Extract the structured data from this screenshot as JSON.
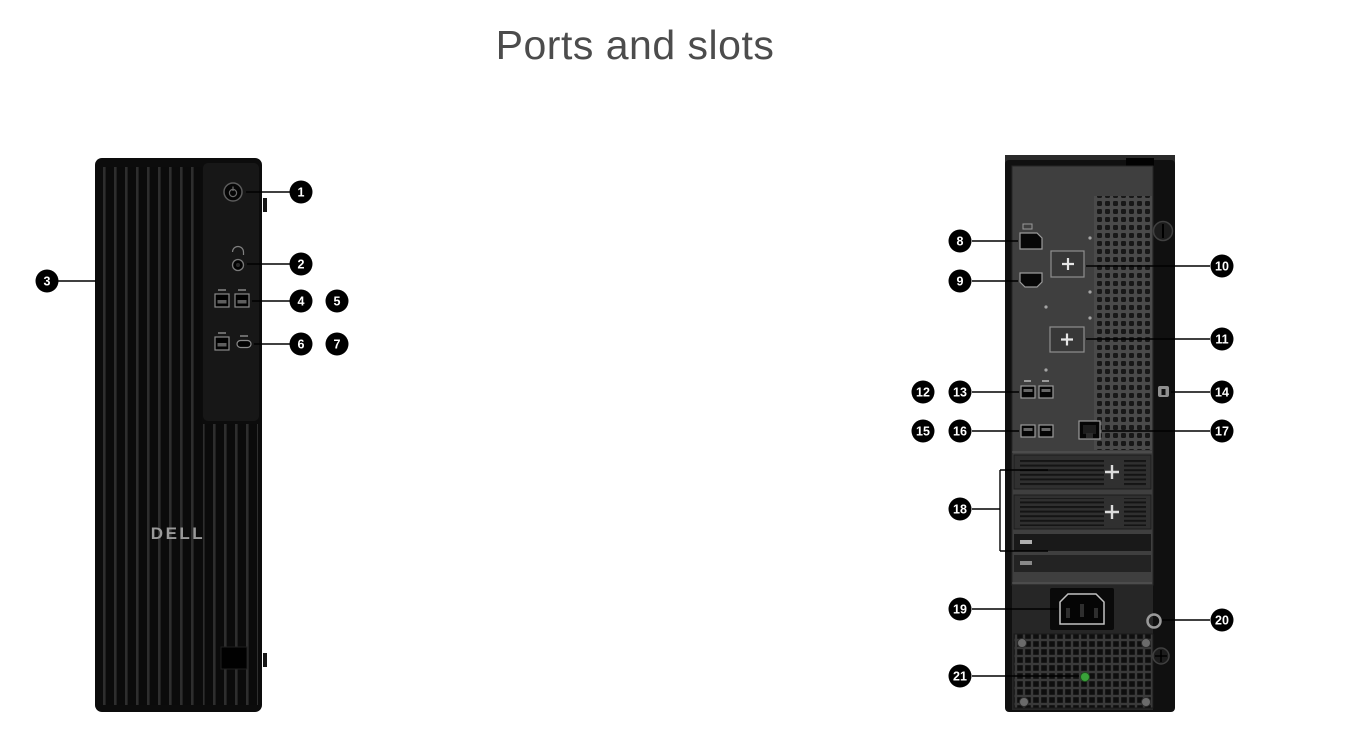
{
  "title": "Ports and slots",
  "device_front": {
    "logo_text": "DELL"
  },
  "callouts": [
    "1",
    "2",
    "3",
    "4",
    "5",
    "6",
    "7",
    "8",
    "9",
    "10",
    "11",
    "12",
    "13",
    "14",
    "15",
    "16",
    "17",
    "18",
    "19",
    "20",
    "21"
  ],
  "colors": {
    "background": "#ffffff",
    "title_text": "#4c4c4c",
    "badge_background": "#000000",
    "badge_text": "#ffffff",
    "chassis_black": "#0d0d0d",
    "rear_panel_gray": "#3f3f3f",
    "diagnostic_led_green": "#3aa23a"
  }
}
